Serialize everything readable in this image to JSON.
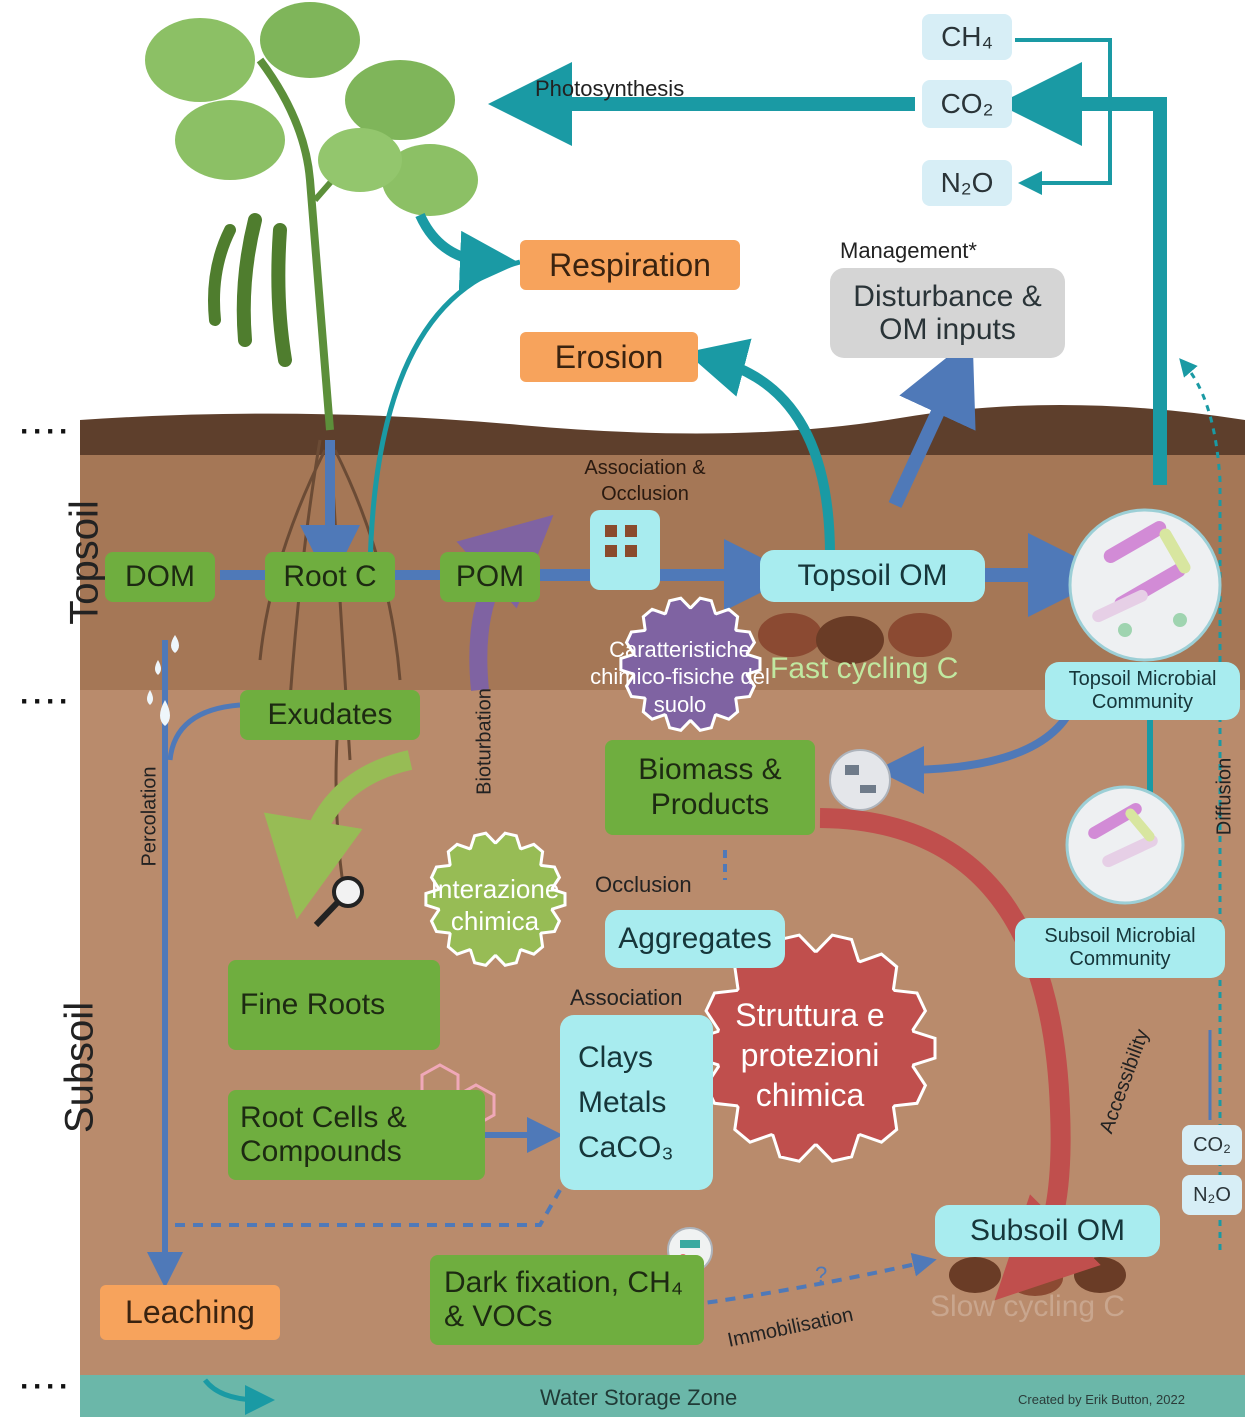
{
  "labels": {
    "photosynthesis": "Photosynthesis",
    "ch4": "CH₄",
    "co2": "CO₂",
    "n2o": "N₂O",
    "respiration": "Respiration",
    "erosion": "Erosion",
    "management": "Management*",
    "disturbance": "Disturbance & OM inputs",
    "association_occlusion": "Association & Occlusion",
    "topsoil": "Topsoil",
    "subsoil": "Subsoil",
    "dom": "DOM",
    "root_c": "Root C",
    "pom": "POM",
    "topsoil_om": "Topsoil OM",
    "fast_cycling": "Fast cycling C",
    "topsoil_microbial": "Topsoil Microbial Community",
    "exudates": "Exudates",
    "bioturbation": "Bioturbation",
    "percolation": "Percolation",
    "diffusion": "Diffusion",
    "biomass_products": "Biomass & Products",
    "occlusion": "Occlusion",
    "aggregates": "Aggregates",
    "association": "Association",
    "subsoil_microbial": "Subsoil Microbial Community",
    "fine_roots": "Fine Roots",
    "clay_metals_caco3": "Clays Metals CaCO₃",
    "root_cells": "Root Cells & Compounds",
    "accessibility": "Accessibility",
    "co2_small": "CO₂",
    "n2o_small": "N₂O",
    "subsoil_om": "Subsoil OM",
    "slow_cycling": "Slow cycling C",
    "dark_fixation": "Dark fixation, CH₄ & VOCs",
    "question": "?",
    "immobilisation": "Immobilisation",
    "leaching": "Leaching",
    "water_storage": "Water Storage Zone",
    "credit": "Created by Erik Button, 2022"
  },
  "gears": {
    "purple": "Caratteristiche chimico-fisiche del suolo",
    "green": "Interazione chimica",
    "red": "Struttura e protezioni chimica"
  },
  "colors": {
    "sky": "#ffffff",
    "topsoil": "#a57756",
    "subsoil": "#b98b6c",
    "surface": "#5e3f2c",
    "water": "#6bb7a9",
    "arrow_teal": "#1a9aa4",
    "arrow_blue": "#4f79b8",
    "gear_purple": "#7f63a2",
    "gear_green": "#97bc55",
    "gear_red": "#c04f4d",
    "box_green": "#6fae3f",
    "box_cyan": "#a8ecef",
    "box_orange": "#f7a35c"
  }
}
